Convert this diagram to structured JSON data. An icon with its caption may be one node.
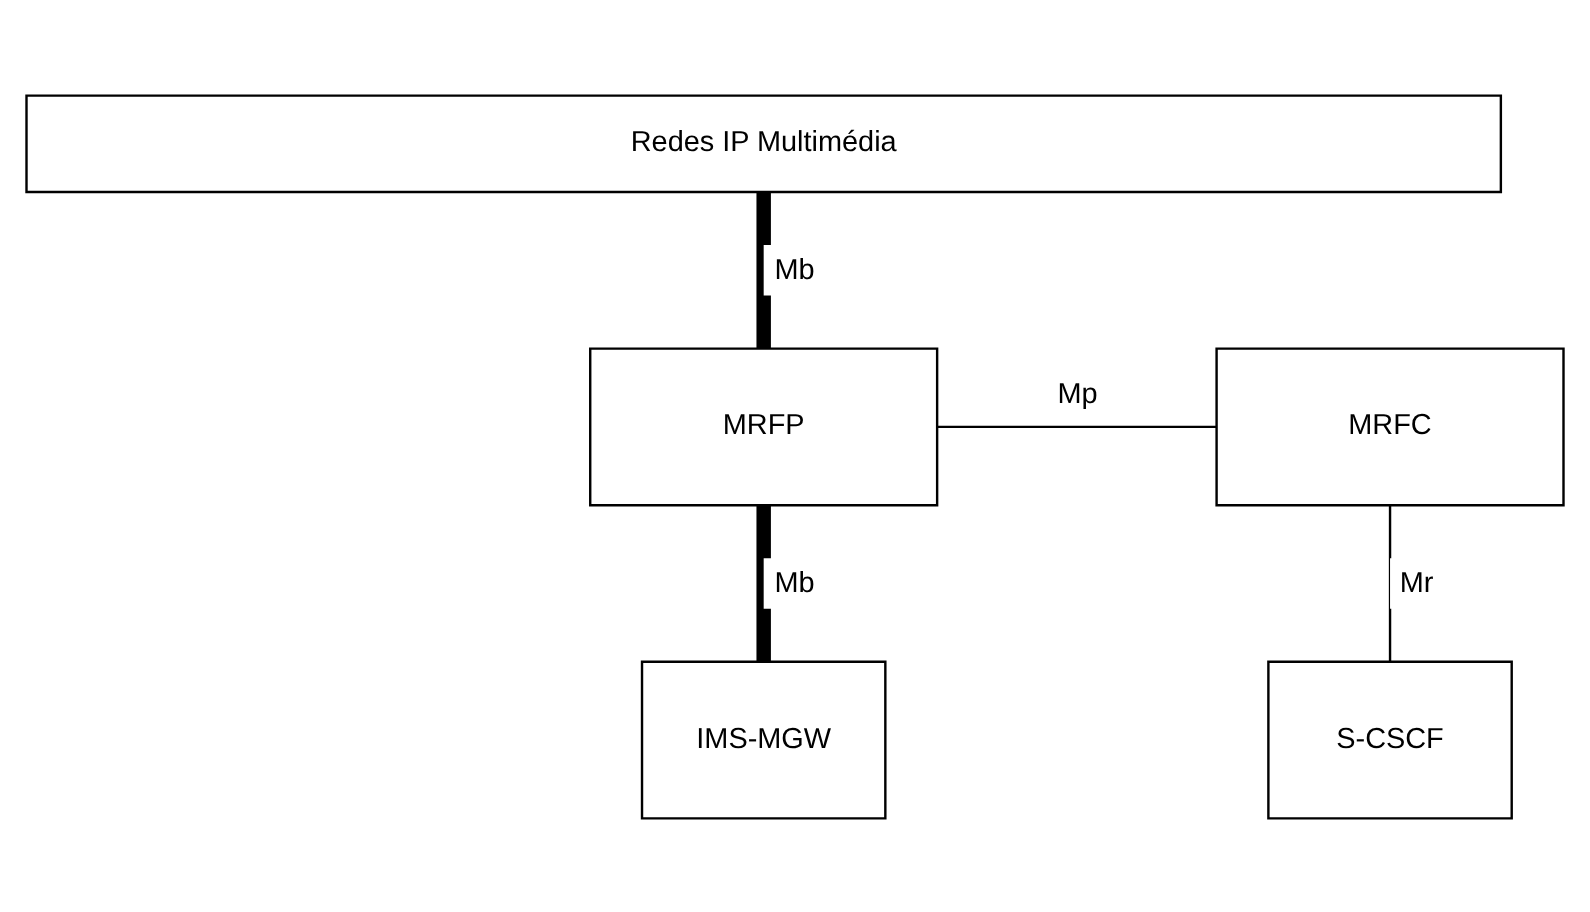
{
  "diagram": {
    "nodes": [
      {
        "text": [
          "Redes IP Multimédia"
        ]
      },
      {
        "text": [
          "IMS-MGW"
        ]
      },
      {
        "text": [
          "S-CSCF"
        ]
      },
      {
        "text": [
          "MRFP"
        ]
      },
      {
        "text": [
          "MRFC"
        ]
      }
    ],
    "edges": [
      {
        "from": 0,
        "to": 3,
        "arrow": "none",
        "label": "Mb",
        "style": "thick"
      },
      {
        "from": 1,
        "to": 3,
        "arrow": "none",
        "label": "Mb",
        "style": "thick"
      },
      {
        "from": 3,
        "to": 4,
        "arrow": "none",
        "label": "Mp"
      },
      {
        "from": 4,
        "to": 2,
        "arrow": "none",
        "label": "Mr"
      }
    ]
  }
}
